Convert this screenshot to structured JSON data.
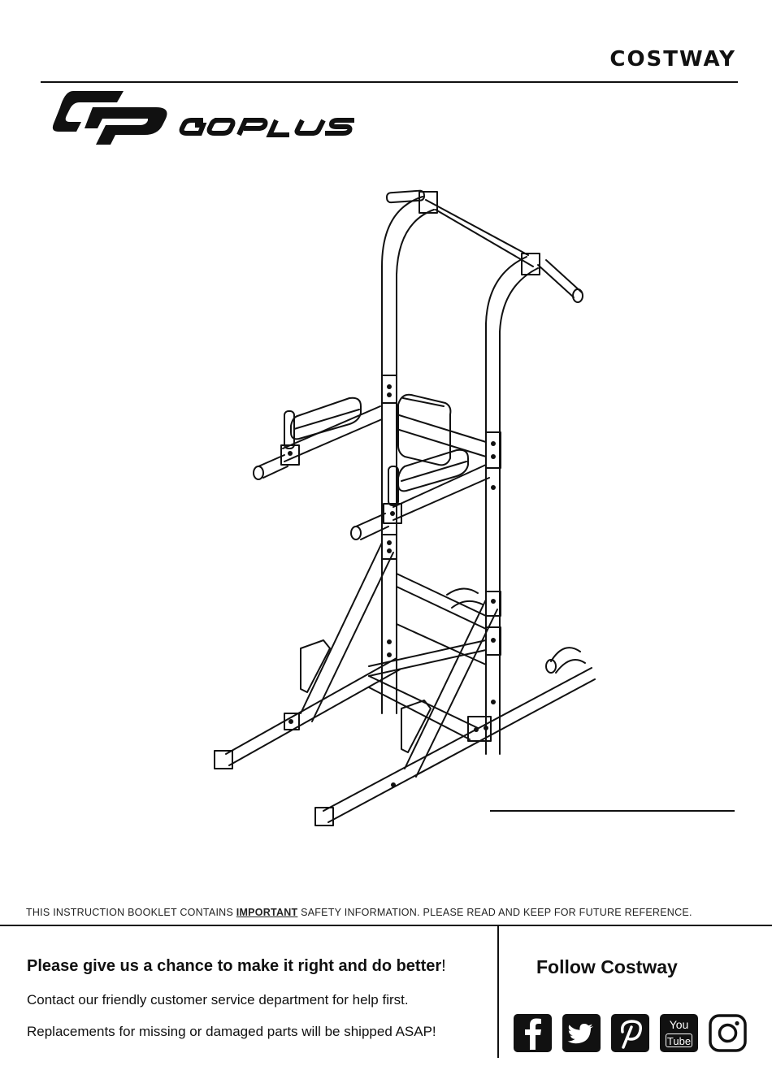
{
  "header": {
    "brand": "COSTWAY",
    "logo_text": "GOPLUS"
  },
  "notice": {
    "before": "THIS INSTRUCTION BOOKLET CONTAINS ",
    "important": "IMPORTANT",
    "after": " SAFETY INFORMATION. PLEASE READ AND KEEP FOR FUTURE REFERENCE."
  },
  "footer": {
    "headline": "Please give us a chance to make it right and do better",
    "headline_end": "!",
    "contact": "Contact our friendly customer service department for help first.",
    "replacements": "Replacements for missing or damaged parts will be shipped ASAP!",
    "follow_title": "Follow Costway",
    "social": [
      {
        "name": "facebook-icon"
      },
      {
        "name": "twitter-icon"
      },
      {
        "name": "pinterest-icon"
      },
      {
        "name": "youtube-icon",
        "label_top": "You",
        "label_bottom": "Tube"
      },
      {
        "name": "instagram-icon"
      }
    ]
  },
  "colors": {
    "ink": "#111111",
    "background": "#ffffff"
  }
}
